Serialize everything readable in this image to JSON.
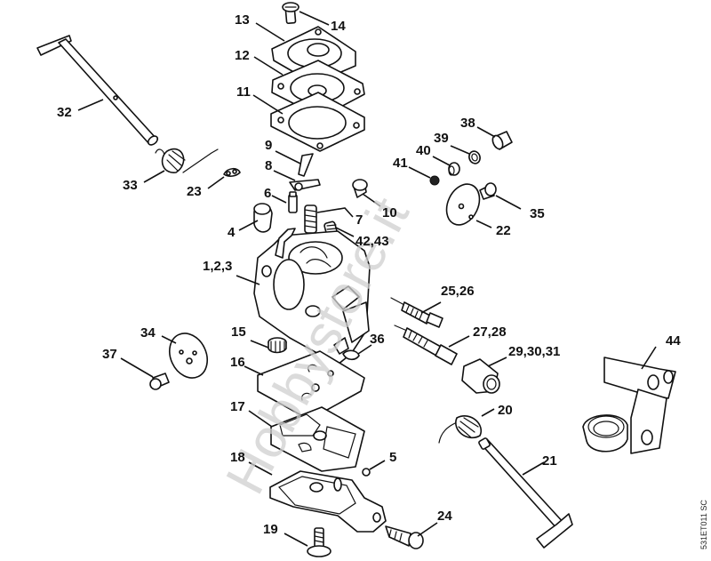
{
  "diagram": {
    "title": "Carburetor exploded parts diagram",
    "watermark": "Hobbystore.it",
    "drawing_code": "531ET011 SC",
    "colors": {
      "line": "#111111",
      "background": "#ffffff",
      "watermark": "#cfcfcf"
    },
    "callouts": [
      {
        "id": "c13",
        "label": "13"
      },
      {
        "id": "c14",
        "label": "14"
      },
      {
        "id": "c12",
        "label": "12"
      },
      {
        "id": "c11",
        "label": "11"
      },
      {
        "id": "c32",
        "label": "32"
      },
      {
        "id": "c33",
        "label": "33"
      },
      {
        "id": "c23",
        "label": "23"
      },
      {
        "id": "c9",
        "label": "9"
      },
      {
        "id": "c8",
        "label": "8"
      },
      {
        "id": "c6",
        "label": "6"
      },
      {
        "id": "c4",
        "label": "4"
      },
      {
        "id": "c7",
        "label": "7"
      },
      {
        "id": "c10",
        "label": "10"
      },
      {
        "id": "c42",
        "label": "42,43"
      },
      {
        "id": "c38",
        "label": "38"
      },
      {
        "id": "c39",
        "label": "39"
      },
      {
        "id": "c40",
        "label": "40"
      },
      {
        "id": "c41",
        "label": "41"
      },
      {
        "id": "c35",
        "label": "35"
      },
      {
        "id": "c22",
        "label": "22"
      },
      {
        "id": "c1",
        "label": "1,2,3"
      },
      {
        "id": "c25",
        "label": "25,26"
      },
      {
        "id": "c27",
        "label": "27,28"
      },
      {
        "id": "c29",
        "label": "29,30,31"
      },
      {
        "id": "c34",
        "label": "34"
      },
      {
        "id": "c37",
        "label": "37"
      },
      {
        "id": "c15",
        "label": "15"
      },
      {
        "id": "c36",
        "label": "36"
      },
      {
        "id": "c16",
        "label": "16"
      },
      {
        "id": "c44",
        "label": "44"
      },
      {
        "id": "c17",
        "label": "17"
      },
      {
        "id": "c20",
        "label": "20"
      },
      {
        "id": "c5",
        "label": "5"
      },
      {
        "id": "c18",
        "label": "18"
      },
      {
        "id": "c21",
        "label": "21"
      },
      {
        "id": "c24",
        "label": "24"
      },
      {
        "id": "c19",
        "label": "19"
      }
    ]
  }
}
